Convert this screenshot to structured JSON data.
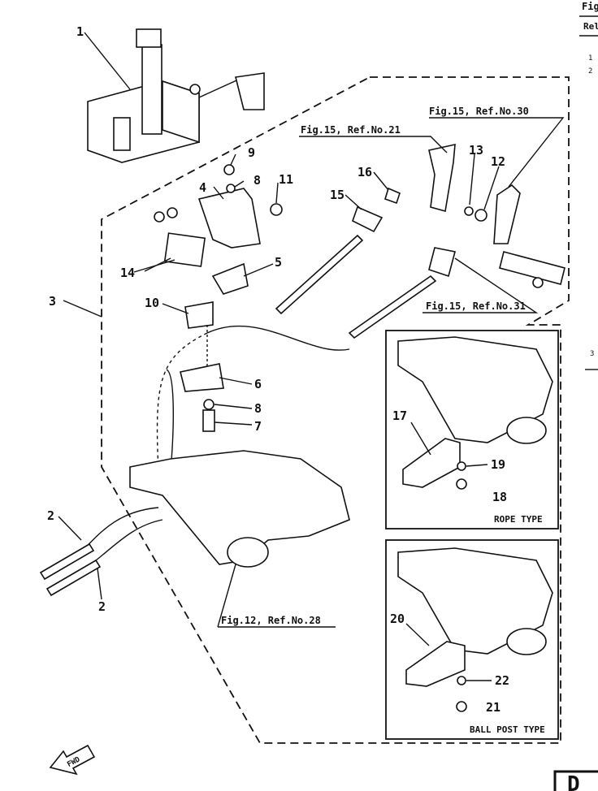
{
  "header": {
    "fig_fragment": "Fig",
    "ref_fragment": "Rel",
    "side_index": [
      "1",
      "2",
      "3"
    ]
  },
  "part_numbers": {
    "p1": "1",
    "p2a": "2",
    "p2b": "2",
    "p3": "3",
    "p4": "4",
    "p5": "5",
    "p6": "6",
    "p7": "7",
    "p8a": "8",
    "p8b": "8",
    "p9": "9",
    "p10": "10",
    "p11": "11",
    "p12": "12",
    "p13": "13",
    "p14": "14",
    "p15": "15",
    "p16": "16",
    "p17": "17",
    "p18": "18",
    "p19": "19",
    "p20": "20",
    "p21": "21",
    "p22": "22"
  },
  "references": {
    "fig15_ref21": "Fig.15, Ref.No.21",
    "fig15_ref30": "Fig.15, Ref.No.30",
    "fig15_ref31": "Fig.15, Ref.No.31",
    "fig12_ref28": "Fig.12, Ref.No.28"
  },
  "insets": {
    "rope_type": "ROPE TYPE",
    "ball_post_type": "BALL POST TYPE"
  },
  "direction": {
    "fwd": "FWD"
  },
  "footer": {
    "page_corner": "D"
  },
  "colors": {
    "ink": "#111111",
    "paper": "#ffffff"
  }
}
